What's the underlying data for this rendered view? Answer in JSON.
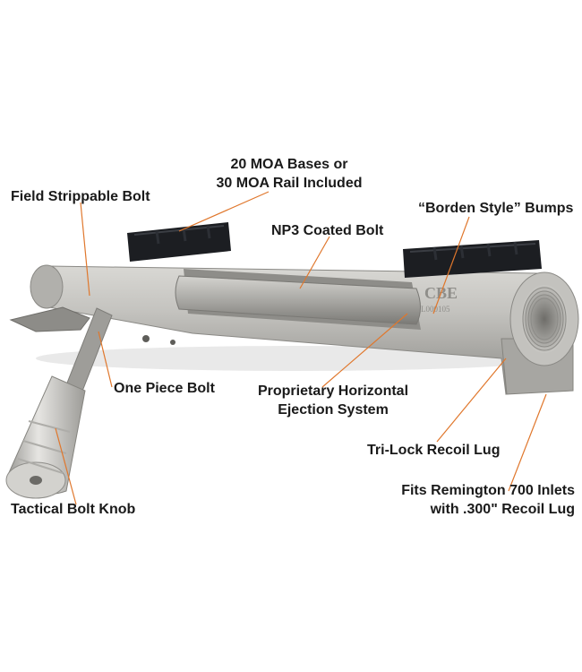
{
  "brand_engraving": "CBE",
  "serial_engraving": "L000105",
  "callouts": {
    "field_strippable_bolt": "Field Strippable Bolt",
    "moa_bases_line1": "20 MOA Bases or",
    "moa_bases_line2": "30 MOA Rail Included",
    "borden_bumps": "“Borden Style” Bumps",
    "np3_coated_bolt": "NP3 Coated Bolt",
    "one_piece_bolt": "One Piece Bolt",
    "ejection_line1": "Proprietary Horizontal",
    "ejection_line2": "Ejection System",
    "tri_lock_lug": "Tri-Lock Recoil Lug",
    "tactical_bolt_knob": "Tactical Bolt Knob",
    "remington_line1": "Fits Remington 700 Inlets",
    "remington_line2": "with .300\" Recoil Lug"
  },
  "colors": {
    "leader_line": "#e0772c",
    "label_text": "#1a1a1a",
    "steel": "#b9b8b4",
    "rail": "#1c1e22"
  },
  "icons": {
    "action_receiver": "rifle-action-receiver-image"
  }
}
